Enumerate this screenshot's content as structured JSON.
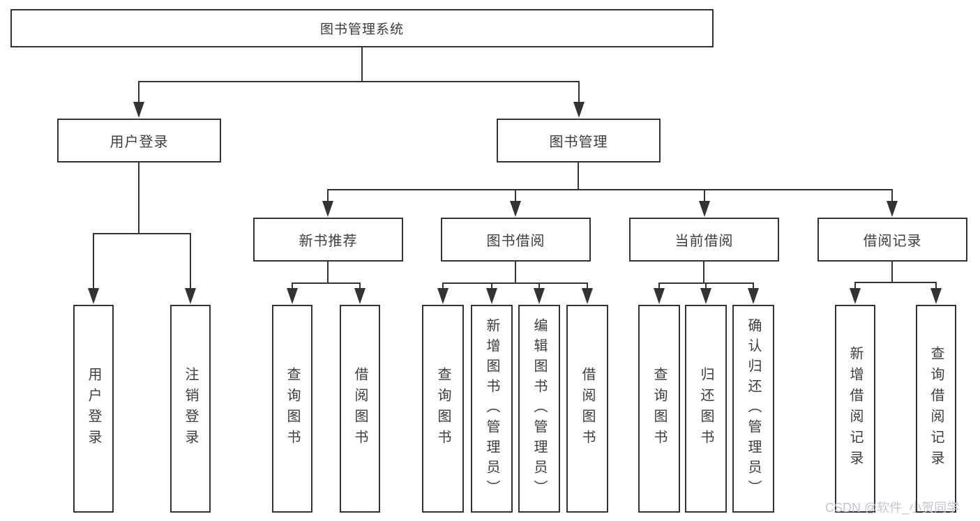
{
  "root_label": "图书管理系统",
  "level2": {
    "user_login": "用户登录",
    "book_management": "图书管理"
  },
  "level3": {
    "new_book_recommendation": "新书推荐",
    "book_borrowing": "图书借阅",
    "current_borrowing": "当前借阅",
    "borrowing_records": "借阅记录"
  },
  "leaves": {
    "user_login": [
      "用户登录",
      "注销登录"
    ],
    "new_book_recommendation": [
      "查询图书",
      "借阅图书"
    ],
    "book_borrowing": [
      "查询图书",
      "新增图书（管理员）",
      "编辑图书（管理员）",
      "借阅图书"
    ],
    "current_borrowing": [
      "查询图书",
      "归还图书",
      "确认归还（管理员）"
    ],
    "borrowing_records": [
      "新增借阅记录",
      "查询借阅记录"
    ]
  },
  "watermark": "CSDN @软件_小贺同学"
}
